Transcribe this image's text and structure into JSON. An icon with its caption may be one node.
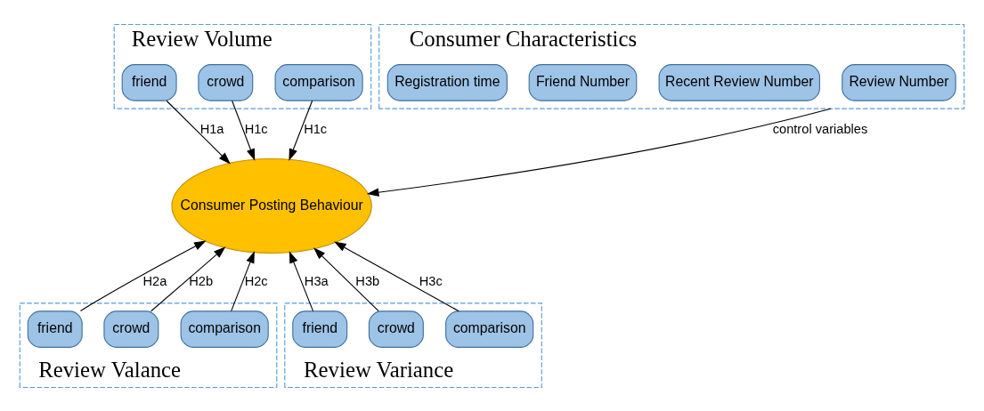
{
  "diagram": {
    "nodes": [
      {
        "text": [
          "Review Volume"
        ]
      },
      {
        "text": [
          "friend"
        ],
        "in": 0
      },
      {
        "text": [
          "crowd"
        ],
        "in": 0
      },
      {
        "text": [
          "comparison"
        ],
        "in": 0
      },
      {
        "text": [
          "Consumer Posting Behaviour"
        ]
      },
      {
        "text": [
          "Consumer Characteristics"
        ]
      },
      {
        "text": [
          "Review Number"
        ],
        "in": 5
      },
      {
        "text": [
          "Recent Review Number"
        ],
        "in": 5
      },
      {
        "text": [
          "Friend Number"
        ],
        "in": 5
      },
      {
        "text": [
          "Registration time"
        ],
        "in": 5
      },
      {
        "text": [
          "Review Valance"
        ]
      },
      {
        "text": [
          "friend"
        ],
        "in": 10
      },
      {
        "text": [
          "crowd"
        ],
        "in": 10
      },
      {
        "text": [
          "comparison"
        ],
        "in": 10
      },
      {
        "text": [
          "Review Variance"
        ]
      },
      {
        "text": [
          "friend"
        ],
        "in": 14
      },
      {
        "text": [
          "crowd"
        ],
        "in": 14
      },
      {
        "text": [
          "comparison"
        ],
        "in": 14
      }
    ],
    "edges": [
      {
        "from": 1,
        "to": 4,
        "arrow": "to",
        "label": "H1a"
      },
      {
        "from": 2,
        "to": 4,
        "arrow": "to",
        "label": "H1c"
      },
      {
        "from": 3,
        "to": 4,
        "arrow": "to",
        "label": "H1c"
      },
      {
        "from": 11,
        "to": 4,
        "arrow": "to",
        "label": "H2a"
      },
      {
        "from": 12,
        "to": 4,
        "arrow": "to",
        "label": "H2b"
      },
      {
        "from": 13,
        "to": 4,
        "arrow": "to",
        "label": "H2c"
      },
      {
        "from": 15,
        "to": 4,
        "arrow": "to",
        "label": "H3a"
      },
      {
        "from": 16,
        "to": 4,
        "arrow": "to",
        "label": "H3b"
      },
      {
        "from": 17,
        "to": 4,
        "arrow": "to",
        "label": "H3c"
      },
      {
        "from": 5,
        "to": 4,
        "arrow": "to",
        "label": "control variables"
      }
    ]
  }
}
